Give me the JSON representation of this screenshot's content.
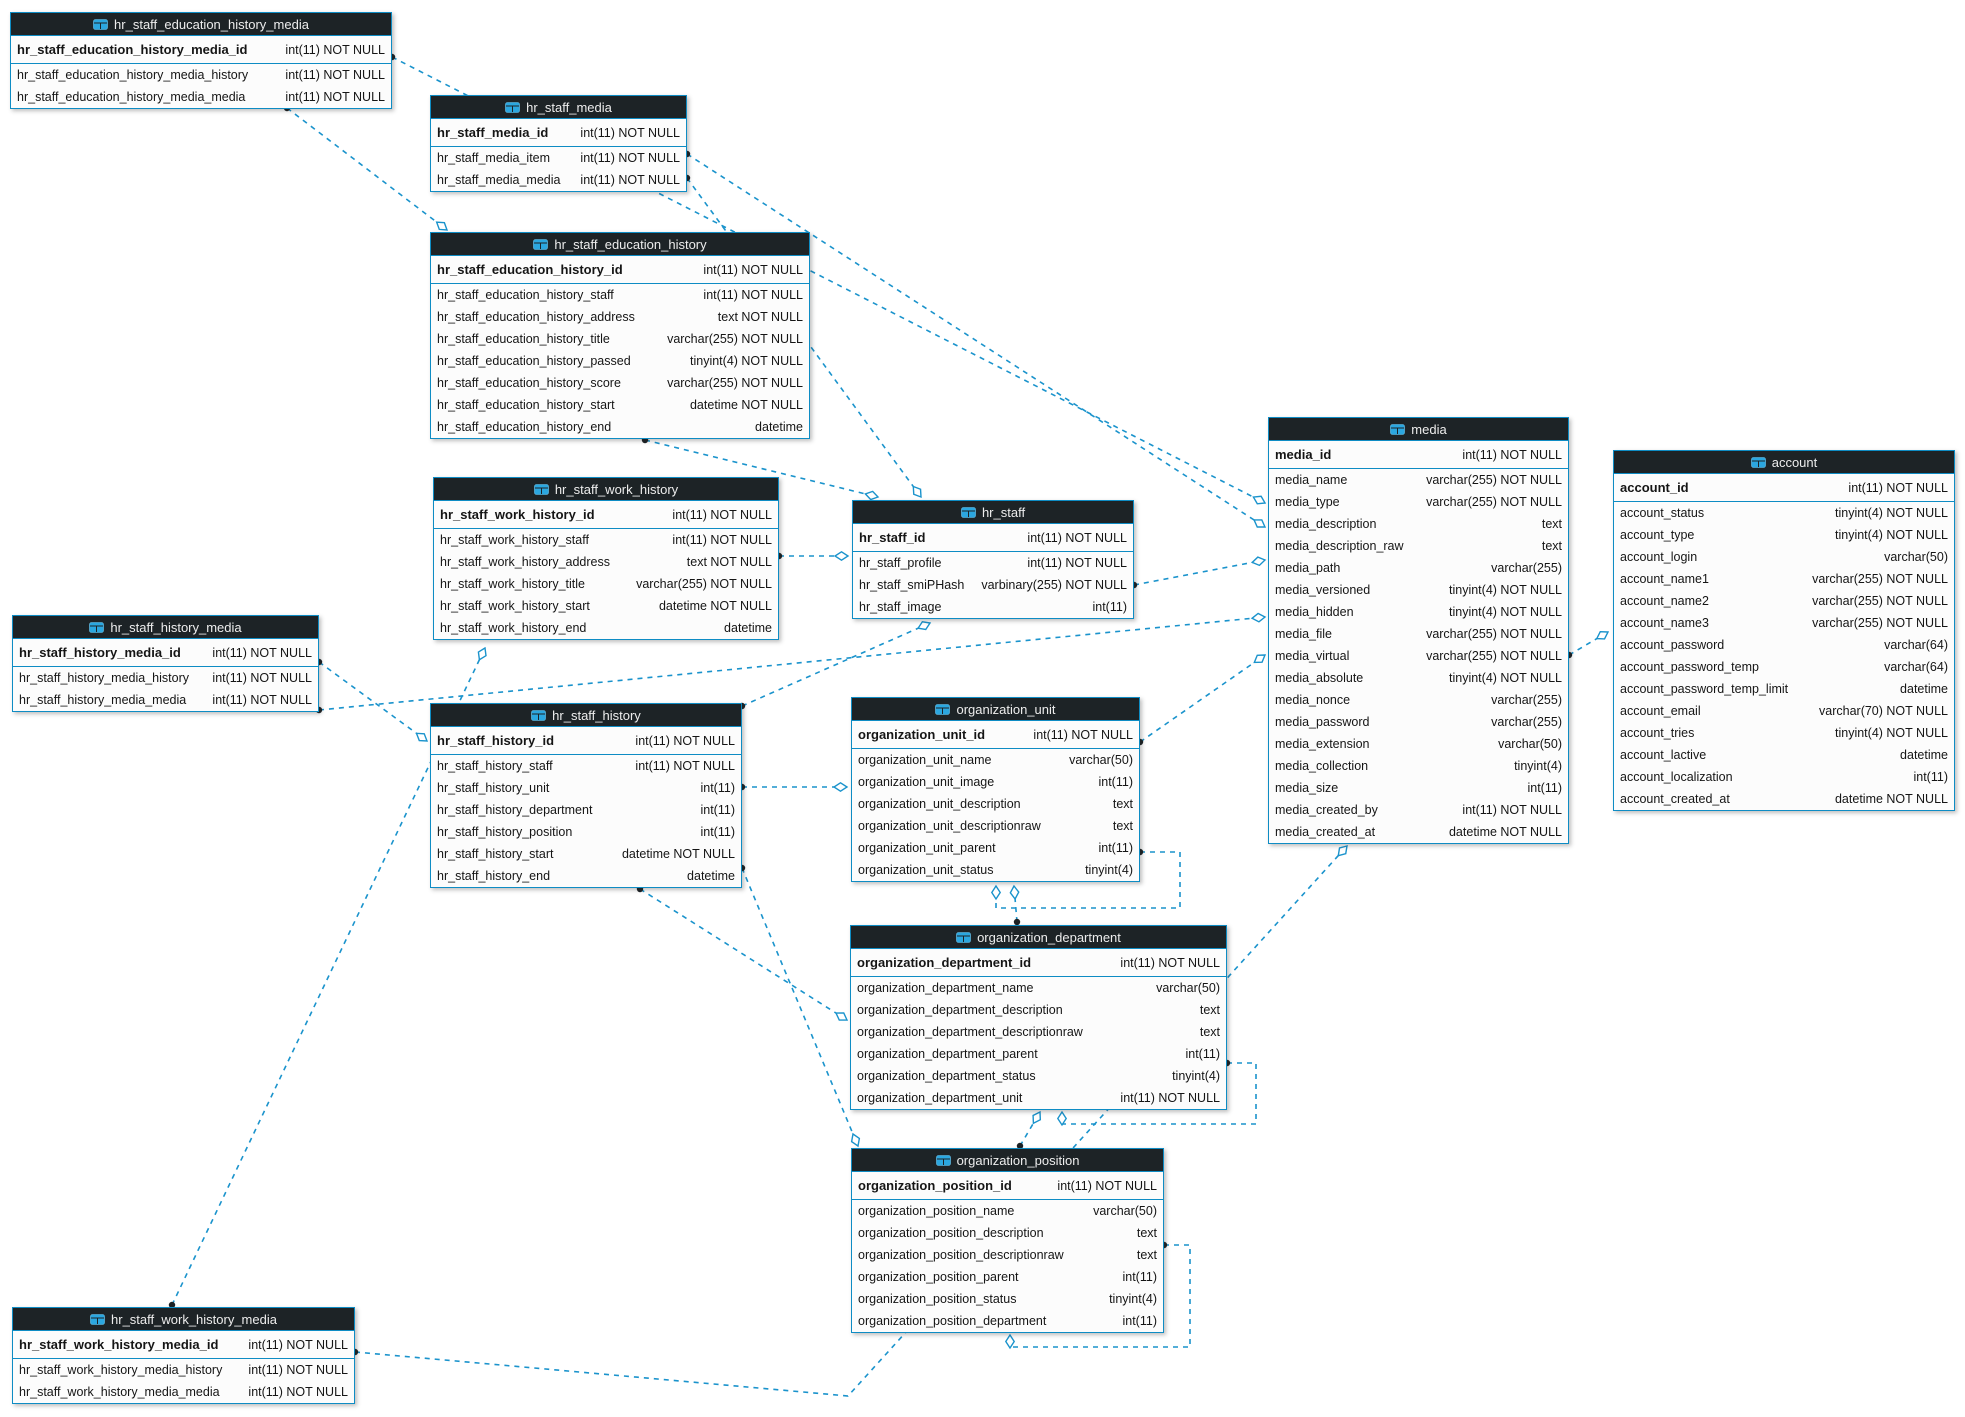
{
  "diagram": {
    "title": "HR staff / organization / media EER diagram",
    "colors": {
      "table_border": "#0e8cc4",
      "header_bg": "#1d2326",
      "header_text": "#ededed",
      "wire": "#1a93cc",
      "icon_blue": "#2ba7e0",
      "dot": "#1c2124"
    },
    "tables": [
      {
        "name": "hr_staff_education_history_media",
        "pk": {
          "name": "hr_staff_education_history_media_id",
          "type": "int(11) NOT NULL"
        },
        "fields": [
          {
            "name": "hr_staff_education_history_media_history",
            "type": "int(11) NOT NULL"
          },
          {
            "name": "hr_staff_education_history_media_media",
            "type": "int(11) NOT NULL"
          }
        ]
      },
      {
        "name": "hr_staff_media",
        "pk": {
          "name": "hr_staff_media_id",
          "type": "int(11) NOT NULL"
        },
        "fields": [
          {
            "name": "hr_staff_media_item",
            "type": "int(11) NOT NULL"
          },
          {
            "name": "hr_staff_media_media",
            "type": "int(11) NOT NULL"
          }
        ]
      },
      {
        "name": "hr_staff_education_history",
        "pk": {
          "name": "hr_staff_education_history_id",
          "type": "int(11) NOT NULL"
        },
        "fields": [
          {
            "name": "hr_staff_education_history_staff",
            "type": "int(11) NOT NULL"
          },
          {
            "name": "hr_staff_education_history_address",
            "type": "text NOT NULL"
          },
          {
            "name": "hr_staff_education_history_title",
            "type": "varchar(255) NOT NULL"
          },
          {
            "name": "hr_staff_education_history_passed",
            "type": "tinyint(4) NOT NULL"
          },
          {
            "name": "hr_staff_education_history_score",
            "type": "varchar(255) NOT NULL"
          },
          {
            "name": "hr_staff_education_history_start",
            "type": "datetime NOT NULL"
          },
          {
            "name": "hr_staff_education_history_end",
            "type": "datetime"
          }
        ]
      },
      {
        "name": "hr_staff_work_history",
        "pk": {
          "name": "hr_staff_work_history_id",
          "type": "int(11) NOT NULL"
        },
        "fields": [
          {
            "name": "hr_staff_work_history_staff",
            "type": "int(11) NOT NULL"
          },
          {
            "name": "hr_staff_work_history_address",
            "type": "text NOT NULL"
          },
          {
            "name": "hr_staff_work_history_title",
            "type": "varchar(255) NOT NULL"
          },
          {
            "name": "hr_staff_work_history_start",
            "type": "datetime NOT NULL"
          },
          {
            "name": "hr_staff_work_history_end",
            "type": "datetime"
          }
        ]
      },
      {
        "name": "hr_staff_history_media",
        "pk": {
          "name": "hr_staff_history_media_id",
          "type": "int(11) NOT NULL"
        },
        "fields": [
          {
            "name": "hr_staff_history_media_history",
            "type": "int(11) NOT NULL"
          },
          {
            "name": "hr_staff_history_media_media",
            "type": "int(11) NOT NULL"
          }
        ]
      },
      {
        "name": "hr_staff_history",
        "pk": {
          "name": "hr_staff_history_id",
          "type": "int(11) NOT NULL"
        },
        "fields": [
          {
            "name": "hr_staff_history_staff",
            "type": "int(11) NOT NULL"
          },
          {
            "name": "hr_staff_history_unit",
            "type": "int(11)"
          },
          {
            "name": "hr_staff_history_department",
            "type": "int(11)"
          },
          {
            "name": "hr_staff_history_position",
            "type": "int(11)"
          },
          {
            "name": "hr_staff_history_start",
            "type": "datetime NOT NULL"
          },
          {
            "name": "hr_staff_history_end",
            "type": "datetime"
          }
        ]
      },
      {
        "name": "hr_staff",
        "pk": {
          "name": "hr_staff_id",
          "type": "int(11) NOT NULL"
        },
        "fields": [
          {
            "name": "hr_staff_profile",
            "type": "int(11) NOT NULL"
          },
          {
            "name": "hr_staff_smiPHash",
            "type": "varbinary(255) NOT NULL"
          },
          {
            "name": "hr_staff_image",
            "type": "int(11)"
          }
        ]
      },
      {
        "name": "organization_unit",
        "pk": {
          "name": "organization_unit_id",
          "type": "int(11) NOT NULL"
        },
        "fields": [
          {
            "name": "organization_unit_name",
            "type": "varchar(50)"
          },
          {
            "name": "organization_unit_image",
            "type": "int(11)"
          },
          {
            "name": "organization_unit_description",
            "type": "text"
          },
          {
            "name": "organization_unit_descriptionraw",
            "type": "text"
          },
          {
            "name": "organization_unit_parent",
            "type": "int(11)"
          },
          {
            "name": "organization_unit_status",
            "type": "tinyint(4)"
          }
        ]
      },
      {
        "name": "organization_department",
        "pk": {
          "name": "organization_department_id",
          "type": "int(11) NOT NULL"
        },
        "fields": [
          {
            "name": "organization_department_name",
            "type": "varchar(50)"
          },
          {
            "name": "organization_department_description",
            "type": "text"
          },
          {
            "name": "organization_department_descriptionraw",
            "type": "text"
          },
          {
            "name": "organization_department_parent",
            "type": "int(11)"
          },
          {
            "name": "organization_department_status",
            "type": "tinyint(4)"
          },
          {
            "name": "organization_department_unit",
            "type": "int(11) NOT NULL"
          }
        ]
      },
      {
        "name": "organization_position",
        "pk": {
          "name": "organization_position_id",
          "type": "int(11) NOT NULL"
        },
        "fields": [
          {
            "name": "organization_position_name",
            "type": "varchar(50)"
          },
          {
            "name": "organization_position_description",
            "type": "text"
          },
          {
            "name": "organization_position_descriptionraw",
            "type": "text"
          },
          {
            "name": "organization_position_parent",
            "type": "int(11)"
          },
          {
            "name": "organization_position_status",
            "type": "tinyint(4)"
          },
          {
            "name": "organization_position_department",
            "type": "int(11)"
          }
        ]
      },
      {
        "name": "media",
        "pk": {
          "name": "media_id",
          "type": "int(11) NOT NULL"
        },
        "fields": [
          {
            "name": "media_name",
            "type": "varchar(255) NOT NULL"
          },
          {
            "name": "media_type",
            "type": "varchar(255) NOT NULL"
          },
          {
            "name": "media_description",
            "type": "text"
          },
          {
            "name": "media_description_raw",
            "type": "text"
          },
          {
            "name": "media_path",
            "type": "varchar(255)"
          },
          {
            "name": "media_versioned",
            "type": "tinyint(4) NOT NULL"
          },
          {
            "name": "media_hidden",
            "type": "tinyint(4) NOT NULL"
          },
          {
            "name": "media_file",
            "type": "varchar(255) NOT NULL"
          },
          {
            "name": "media_virtual",
            "type": "varchar(255) NOT NULL"
          },
          {
            "name": "media_absolute",
            "type": "tinyint(4) NOT NULL"
          },
          {
            "name": "media_nonce",
            "type": "varchar(255)"
          },
          {
            "name": "media_password",
            "type": "varchar(255)"
          },
          {
            "name": "media_extension",
            "type": "varchar(50)"
          },
          {
            "name": "media_collection",
            "type": "tinyint(4)"
          },
          {
            "name": "media_size",
            "type": "int(11)"
          },
          {
            "name": "media_created_by",
            "type": "int(11) NOT NULL"
          },
          {
            "name": "media_created_at",
            "type": "datetime NOT NULL"
          }
        ]
      },
      {
        "name": "account",
        "pk": {
          "name": "account_id",
          "type": "int(11) NOT NULL"
        },
        "fields": [
          {
            "name": "account_status",
            "type": "tinyint(4) NOT NULL"
          },
          {
            "name": "account_type",
            "type": "tinyint(4) NOT NULL"
          },
          {
            "name": "account_login",
            "type": "varchar(50)"
          },
          {
            "name": "account_name1",
            "type": "varchar(255) NOT NULL"
          },
          {
            "name": "account_name2",
            "type": "varchar(255) NOT NULL"
          },
          {
            "name": "account_name3",
            "type": "varchar(255) NOT NULL"
          },
          {
            "name": "account_password",
            "type": "varchar(64)"
          },
          {
            "name": "account_password_temp",
            "type": "varchar(64)"
          },
          {
            "name": "account_password_temp_limit",
            "type": "datetime"
          },
          {
            "name": "account_email",
            "type": "varchar(70) NOT NULL"
          },
          {
            "name": "account_tries",
            "type": "tinyint(4) NOT NULL"
          },
          {
            "name": "account_lactive",
            "type": "datetime"
          },
          {
            "name": "account_localization",
            "type": "int(11)"
          },
          {
            "name": "account_created_at",
            "type": "datetime NOT NULL"
          }
        ]
      },
      {
        "name": "hr_staff_work_history_media",
        "pk": {
          "name": "hr_staff_work_history_media_id",
          "type": "int(11) NOT NULL"
        },
        "fields": [
          {
            "name": "hr_staff_work_history_media_history",
            "type": "int(11) NOT NULL"
          },
          {
            "name": "hr_staff_work_history_media_media",
            "type": "int(11) NOT NULL"
          }
        ]
      }
    ],
    "relationships": [
      {
        "from": "hr_staff_education_history_media.hr_staff_education_history_media_history",
        "to": "hr_staff_education_history.hr_staff_education_history_id"
      },
      {
        "from": "hr_staff_education_history_media.hr_staff_education_history_media_media",
        "to": "media.media_id"
      },
      {
        "from": "hr_staff_media.hr_staff_media_item",
        "to": "hr_staff.hr_staff_id"
      },
      {
        "from": "hr_staff_media.hr_staff_media_media",
        "to": "media.media_id"
      },
      {
        "from": "hr_staff_education_history.hr_staff_education_history_staff",
        "to": "hr_staff.hr_staff_id"
      },
      {
        "from": "hr_staff_work_history.hr_staff_work_history_staff",
        "to": "hr_staff.hr_staff_id"
      },
      {
        "from": "hr_staff_history.hr_staff_history_staff",
        "to": "hr_staff.hr_staff_id"
      },
      {
        "from": "hr_staff_history.hr_staff_history_unit",
        "to": "organization_unit.organization_unit_id"
      },
      {
        "from": "hr_staff_history_media.hr_staff_history_media_history",
        "to": "hr_staff_history.hr_staff_history_id"
      },
      {
        "from": "hr_staff_history_media.hr_staff_history_media_media",
        "to": "media.media_id"
      },
      {
        "from": "hr_staff.hr_staff_image",
        "to": "media.media_id"
      },
      {
        "from": "organization_unit.organization_unit_image",
        "to": "media.media_id"
      },
      {
        "from": "organization_unit.organization_unit_parent",
        "to": "organization_unit.organization_unit_id"
      },
      {
        "from": "organization_department.organization_department_unit",
        "to": "organization_unit.organization_unit_id"
      },
      {
        "from": "organization_department.organization_department_parent",
        "to": "organization_department.organization_department_id"
      },
      {
        "from": "organization_position.organization_position_department",
        "to": "organization_department.organization_department_id"
      },
      {
        "from": "organization_position.organization_position_parent",
        "to": "organization_position.organization_position_id"
      },
      {
        "from": "hr_staff_work_history_media.hr_staff_work_history_media_history",
        "to": "hr_staff_work_history.hr_staff_work_history_id"
      },
      {
        "from": "hr_staff_work_history_media.hr_staff_work_history_media_media",
        "to": "media.media_id"
      },
      {
        "from": "hr_staff_history.hr_staff_history_department",
        "to": "organization_department.organization_department_id"
      },
      {
        "from": "hr_staff_history.hr_staff_history_position",
        "to": "organization_position.organization_position_id"
      },
      {
        "from": "media.media_created_by",
        "to": "account.account_id"
      }
    ]
  }
}
